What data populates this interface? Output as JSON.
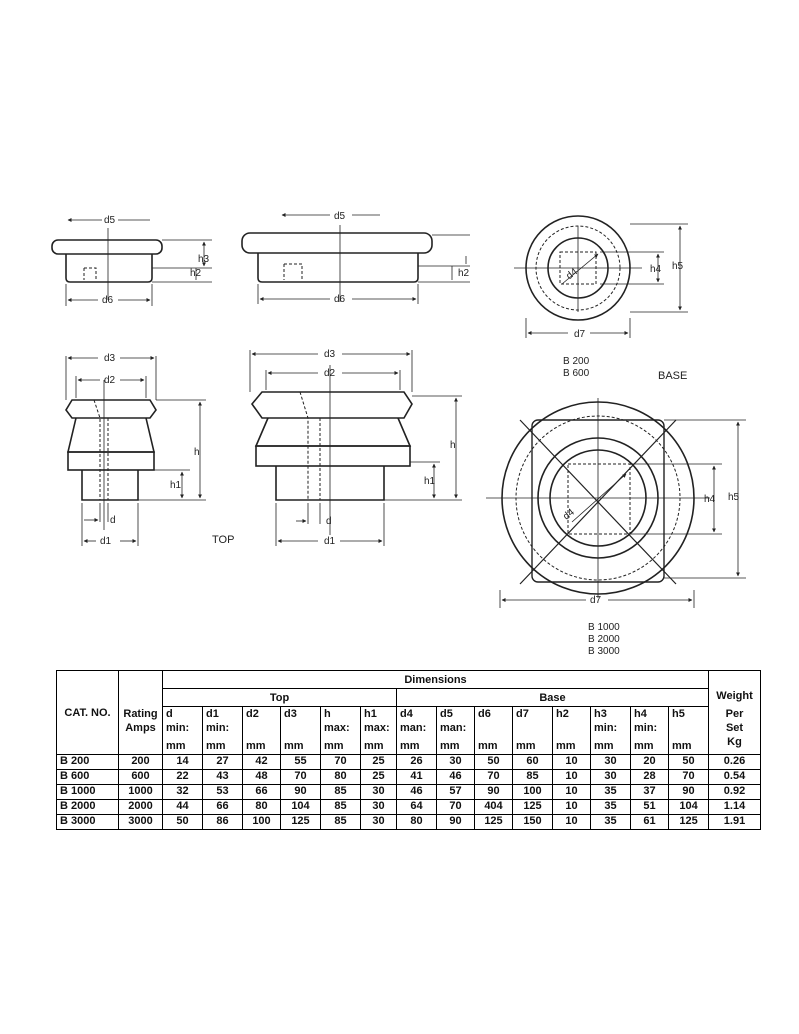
{
  "drawings": {
    "labels": {
      "d": "d",
      "d1": "d1",
      "d2": "d2",
      "d3": "d3",
      "d4": "d4",
      "d5": "d5",
      "d6": "d6",
      "d7": "d7",
      "h": "h",
      "h1": "h1",
      "h2": "h2",
      "h3": "h3",
      "h4": "h4",
      "h5": "h5"
    },
    "top_caption": "TOP",
    "base_caption": "BASE",
    "small_base_models": [
      "B 200",
      "B 600"
    ],
    "large_base_models": [
      "B 1000",
      "B 2000",
      "B 3000"
    ]
  },
  "table": {
    "cat_no": "CAT. NO.",
    "rating": [
      "Rating",
      "Amps"
    ],
    "dimensions": "Dimensions",
    "top": "Top",
    "base": "Base",
    "weight": [
      "Weight",
      "Per",
      "Set",
      "Kg"
    ],
    "columns": [
      {
        "key": "d",
        "l1": "d",
        "l2": "min:",
        "unit": "mm"
      },
      {
        "key": "d1",
        "l1": "d1",
        "l2": "min:",
        "unit": "mm"
      },
      {
        "key": "d2",
        "l1": "d2",
        "l2": "",
        "unit": "mm"
      },
      {
        "key": "d3",
        "l1": "d3",
        "l2": "",
        "unit": "mm"
      },
      {
        "key": "h",
        "l1": "h",
        "l2": "max:",
        "unit": "mm"
      },
      {
        "key": "h1",
        "l1": "h1",
        "l2": "max:",
        "unit": "mm"
      },
      {
        "key": "d4",
        "l1": "d4",
        "l2": "man:",
        "unit": "mm"
      },
      {
        "key": "d5",
        "l1": "d5",
        "l2": "man:",
        "unit": "mm"
      },
      {
        "key": "d6",
        "l1": "d6",
        "l2": "",
        "unit": "mm"
      },
      {
        "key": "d7",
        "l1": "d7",
        "l2": "",
        "unit": "mm"
      },
      {
        "key": "h2",
        "l1": "h2",
        "l2": "",
        "unit": "mm"
      },
      {
        "key": "h3",
        "l1": "h3",
        "l2": "min:",
        "unit": "mm"
      },
      {
        "key": "h4",
        "l1": "h4",
        "l2": "min:",
        "unit": "mm"
      },
      {
        "key": "h5",
        "l1": "h5",
        "l2": "",
        "unit": "mm"
      }
    ],
    "rows": [
      [
        "B 200",
        "200",
        "14",
        "27",
        "42",
        "55",
        "70",
        "25",
        "26",
        "30",
        "50",
        "60",
        "10",
        "30",
        "20",
        "50",
        "0.26"
      ],
      [
        "B 600",
        "600",
        "22",
        "43",
        "48",
        "70",
        "80",
        "25",
        "41",
        "46",
        "70",
        "85",
        "10",
        "30",
        "28",
        "70",
        "0.54"
      ],
      [
        "B 1000",
        "1000",
        "32",
        "53",
        "66",
        "90",
        "85",
        "30",
        "46",
        "57",
        "90",
        "100",
        "10",
        "35",
        "37",
        "90",
        "0.92"
      ],
      [
        "B 2000",
        "2000",
        "44",
        "66",
        "80",
        "104",
        "85",
        "30",
        "64",
        "70",
        "404",
        "125",
        "10",
        "35",
        "51",
        "104",
        "1.14"
      ],
      [
        "B 3000",
        "3000",
        "50",
        "86",
        "100",
        "125",
        "85",
        "30",
        "80",
        "90",
        "125",
        "150",
        "10",
        "35",
        "61",
        "125",
        "1.91"
      ]
    ]
  }
}
